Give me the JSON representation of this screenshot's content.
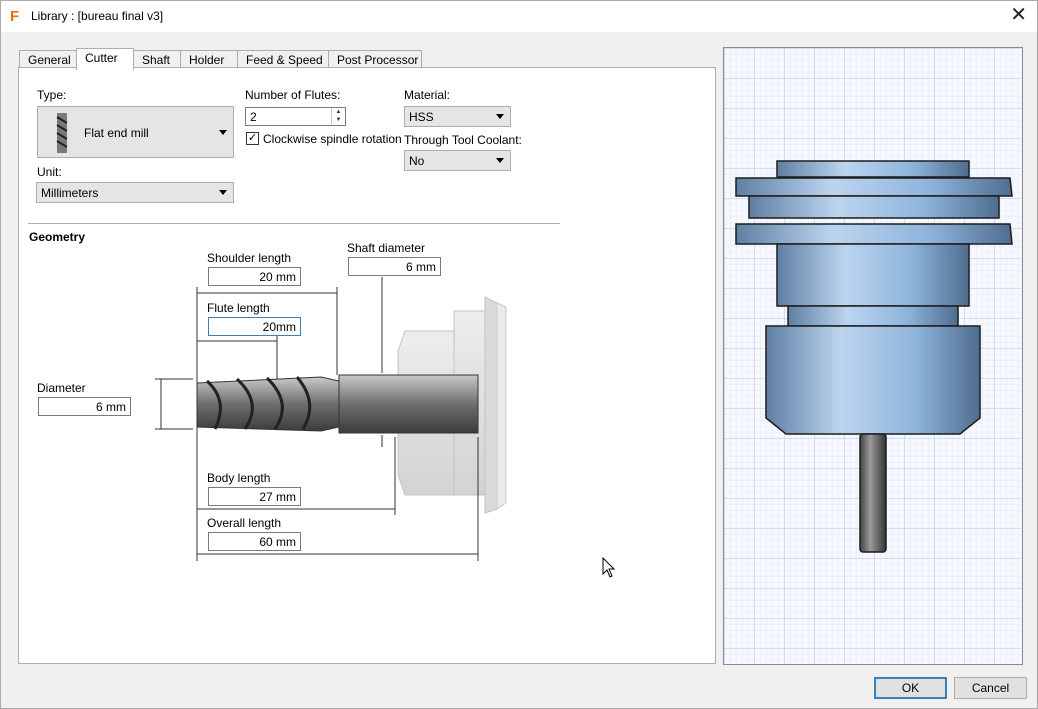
{
  "window": {
    "title": "Library :  [bureau final v3]",
    "app_icon_glyph": "F"
  },
  "tabs": [
    {
      "label": "General"
    },
    {
      "label": "Cutter",
      "active": true
    },
    {
      "label": "Shaft"
    },
    {
      "label": "Holder"
    },
    {
      "label": "Feed & Speed"
    },
    {
      "label": "Post Processor"
    }
  ],
  "cutter": {
    "type_label": "Type:",
    "type_value": "Flat end mill",
    "unit_label": "Unit:",
    "unit_value": "Millimeters",
    "flutes_label": "Number of Flutes:",
    "flutes_value": "2",
    "clockwise_label": "Clockwise spindle rotation",
    "clockwise_checked": true,
    "material_label": "Material:",
    "material_value": "HSS",
    "coolant_label": "Through Tool Coolant:",
    "coolant_value": "No"
  },
  "geometry": {
    "title": "Geometry",
    "shoulder_length_label": "Shoulder length",
    "shoulder_length_value": "20 mm",
    "shaft_diameter_label": "Shaft diameter",
    "shaft_diameter_value": "6 mm",
    "flute_length_label": "Flute length",
    "flute_length_value": "20mm",
    "diameter_label": "Diameter",
    "diameter_value": "6 mm",
    "body_length_label": "Body length",
    "body_length_value": "27 mm",
    "overall_length_label": "Overall length",
    "overall_length_value": "60 mm"
  },
  "buttons": {
    "ok": "OK",
    "cancel": "Cancel"
  },
  "colors": {
    "holder_blue": "#8fb4dc",
    "grid_line": "#c8d4ea",
    "default_button_border": "#3c7fb1"
  }
}
